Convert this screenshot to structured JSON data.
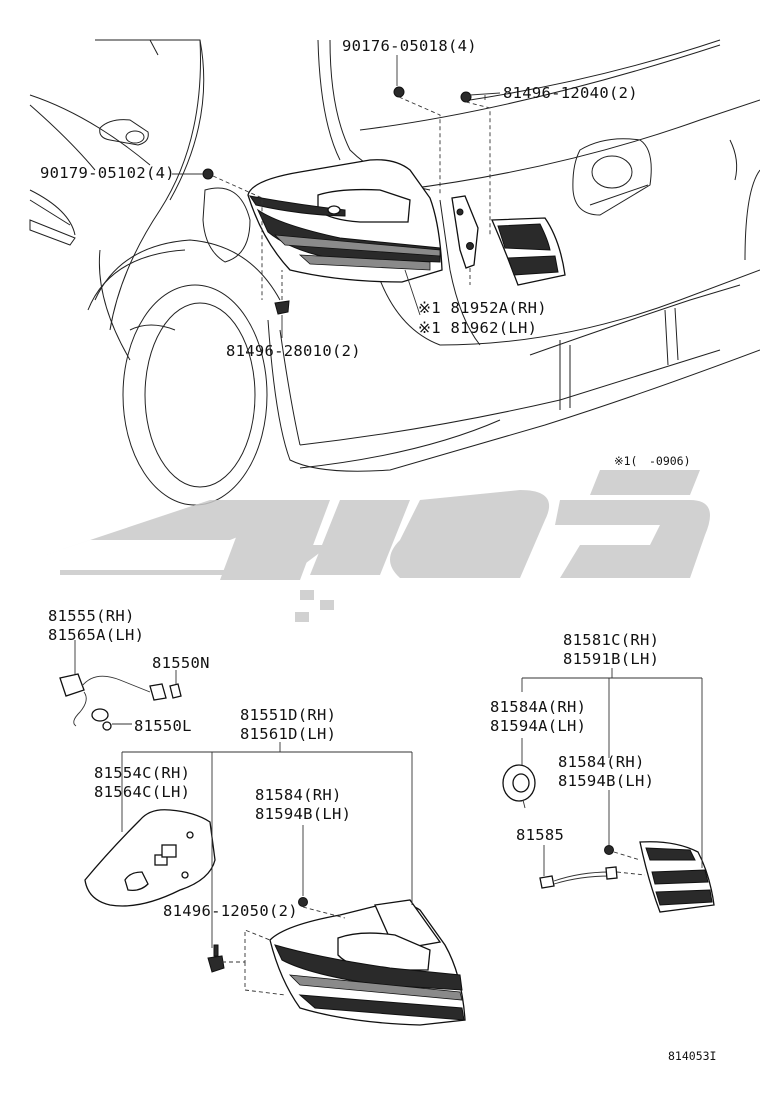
{
  "diagram": {
    "top": {
      "labels": {
        "p90176": "90176-05018(4)",
        "p81496_12040": "81496-12040(2)",
        "p90179": "90179-05102(4)",
        "p81952A": "※1 81952A(RH)",
        "p81962": "※1 81962(LH)",
        "p81496_28010": "81496-28010(2)"
      },
      "note": "※1(　-0906)"
    },
    "watermark": "تویوتا پارت",
    "bottom_left": {
      "labels": {
        "p81555": "81555(RH)",
        "p81565A": "81565A(LH)",
        "p81550N": "81550N",
        "p81550L": "81550L",
        "p81551D_rh": "81551D(RH)",
        "p81561D_lh": "81561D(LH)",
        "p81554C_rh": "81554C(RH)",
        "p81564C_lh": "81564C(LH)",
        "p81584_rh": "81584(RH)",
        "p81594B_lh": "81594B(LH)",
        "p81496_12050": "81496-12050(2)"
      }
    },
    "bottom_right": {
      "labels": {
        "p81581C_rh": "81581C(RH)",
        "p81591B_lh": "81591B(LH)",
        "p81584A_rh": "81584A(RH)",
        "p81594A_lh": "81594A(LH)",
        "p81584_rh": "81584(RH)",
        "p81594B_lh": "81594B(LH)",
        "p81585": "81585"
      }
    },
    "figure_id": "814053I"
  }
}
